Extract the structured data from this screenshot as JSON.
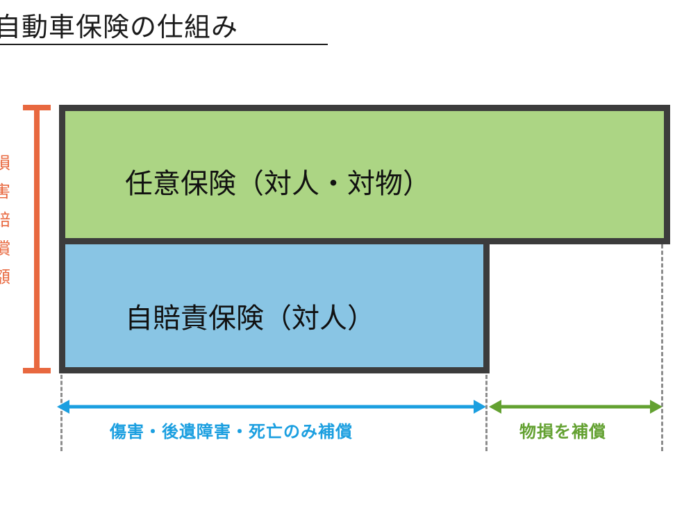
{
  "title": "自動車保険の仕組み",
  "side_label": [
    "損",
    "害",
    "賠",
    "償",
    "額"
  ],
  "boxes": {
    "voluntary": "任意保険（対人・対物）",
    "compulsory": "自賠責保険（対人）"
  },
  "coverage": {
    "compulsory_scope": "傷害・後遺障害・死亡のみ補償",
    "voluntary_scope": "物損を補償"
  },
  "colors": {
    "voluntary_fill": "#acd584",
    "compulsory_fill": "#89c5e4",
    "bracket": "#e8683f",
    "arrow_blue": "#1b9fe0",
    "arrow_green": "#63a131",
    "border": "#3c3c3c"
  }
}
